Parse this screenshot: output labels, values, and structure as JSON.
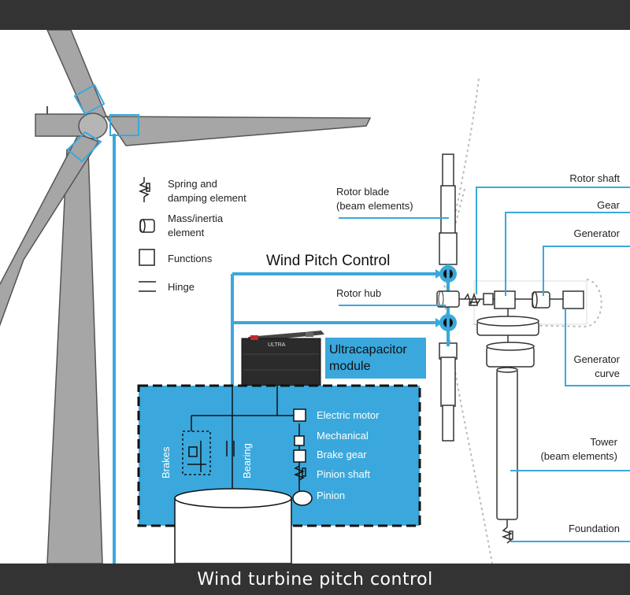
{
  "caption": "Wind turbine pitch control",
  "title": "Wind Pitch Control",
  "legend": {
    "spring_1": "Spring and",
    "spring_2": "damping element",
    "mass_1": "Mass/inertia",
    "mass_2": "element",
    "functions": "Functions",
    "hinge": "Hinge"
  },
  "ultracap": {
    "line1": "Ultracapacitor",
    "line2": "module"
  },
  "battery_brand": "ULTRA",
  "box": {
    "brakes": "Brakes",
    "bearing": "Bearing",
    "components": [
      "Electric motor",
      "Mechanical",
      "Brake gear",
      "Pinion shaft",
      "Pinion"
    ]
  },
  "labels": {
    "rotor_blade_1": "Rotor blade",
    "rotor_blade_2": "(beam elements)",
    "rotor_hub": "Rotor hub",
    "rotor_shaft": "Rotor shaft",
    "gear": "Gear",
    "generator": "Generator",
    "generator_curve_1": "Generator",
    "generator_curve_2": "curve",
    "tower_1": "Tower",
    "tower_2": "(beam elements)",
    "foundation": "Foundation"
  },
  "colors": {
    "accent": "#3aa8dc",
    "box": "#3aa8dc",
    "turbine": "#a6a6a6",
    "dark": "#333333"
  }
}
